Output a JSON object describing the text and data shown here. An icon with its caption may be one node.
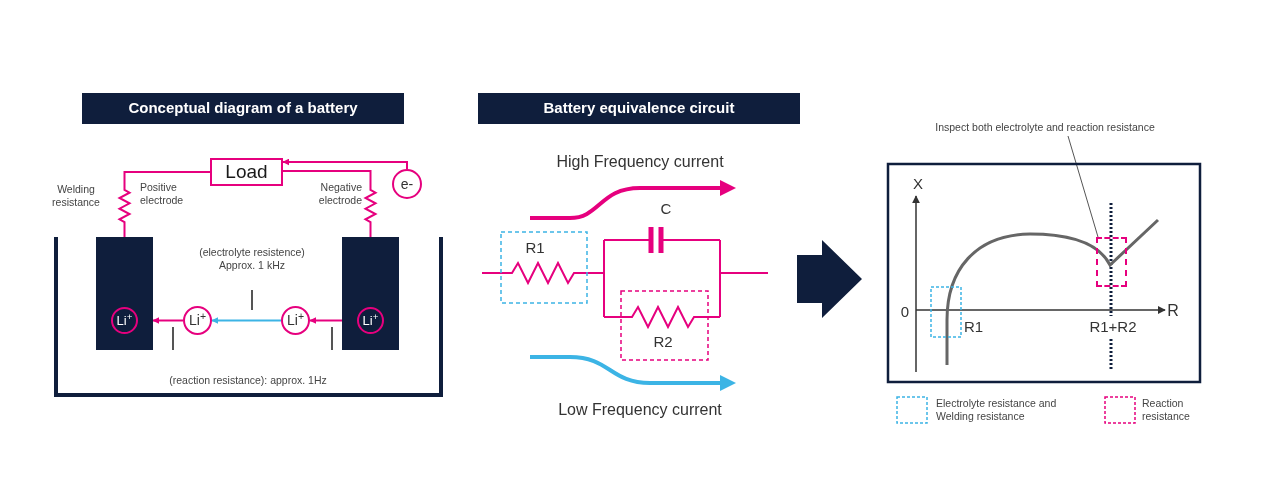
{
  "diagram": {
    "nodes": [
      {
        "text": [
          "Conceptual diagram of a battery"
        ]
      },
      {
        "text": [
          "Load"
        ]
      },
      {
        "text": [
          "e-"
        ]
      },
      {
        "text": [],
        "shape": "box"
      },
      {
        "text": [
          "Li$^{+}$"
        ],
        "in": 3
      },
      {
        "text": [
          "Li$^{+}$"
        ]
      },
      {
        "text": [
          "Li$^{+}$"
        ]
      },
      {
        "text": [],
        "shape": "box"
      },
      {
        "text": [
          "Li$^{+}$"
        ],
        "in": 7
      },
      {
        "text": [
          "Battery equivalence circuit"
        ]
      },
      {
        "text": [
          "Inspect both electrolyte and reaction resistance"
        ]
      },
      {
        "text": [],
        "shape": "box"
      }
    ],
    "edges": [
      {
        "from": 2,
        "to": 1,
        "arrow": "to"
      },
      {
        "from": 1,
        "to": 3,
        "arrow": "none"
      },
      {
        "from": 1,
        "to": 7,
        "arrow": "none"
      },
      {
        "from": 7,
        "to": 6,
        "arrow": "to"
      },
      {
        "from": 6,
        "to": 5,
        "arrow": "to",
        "color": "#3cb4e5"
      },
      {
        "from": 5,
        "to": 3,
        "arrow": "to"
      },
      {
        "from": 10,
        "to": 11,
        "arrow": "none",
        "color": "#555555"
      }
    ],
    "labels": [
      "Welding resistance",
      "Positive electrode",
      "Negative electrode",
      "(electrolyte resistence) Approx. 1 kHz",
      "(reaction resistance): approx. 1Hz",
      "High Frequency current",
      "C",
      "R1",
      "R2",
      "Low Frequency current",
      "X",
      "0",
      "R",
      "R1",
      "R1+R2"
    ],
    "legend": [
      {
        "text": "Electrolyte resistance and Welding resistance"
      },
      {
        "text": "Reaction resistance"
      }
    ]
  }
}
